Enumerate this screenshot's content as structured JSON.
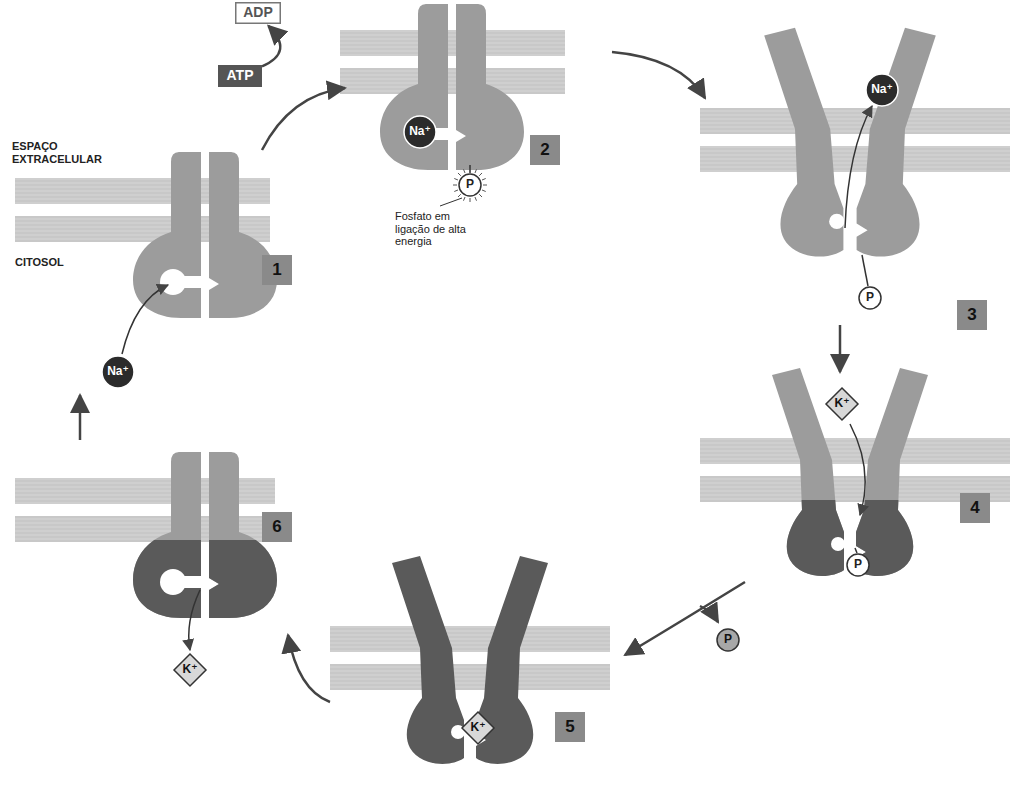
{
  "diagram": {
    "nodes": [
      {
        "text": [
          "ADP"
        ]
      },
      {
        "text": [
          "ATP"
        ]
      },
      {
        "text": [
          "Na⁺"
        ]
      },
      {
        "text": [
          "2"
        ]
      },
      {
        "text": [
          "P"
        ]
      },
      {
        "text": [
          "Na⁺"
        ]
      },
      {
        "text": [
          "1"
        ]
      },
      {
        "text": [
          "3"
        ]
      },
      {
        "text": [
          "Na⁺"
        ]
      },
      {
        "text": [
          "P"
        ]
      },
      {
        "text": [
          "K⁺"
        ]
      },
      {
        "text": [
          "6"
        ]
      },
      {
        "text": [
          "4"
        ]
      },
      {
        "text": [
          "P"
        ]
      },
      {
        "text": [
          "P"
        ]
      },
      {
        "text": [
          "K⁺"
        ]
      },
      {
        "text": [
          "K⁺"
        ]
      },
      {
        "text": [
          "5"
        ]
      }
    ],
    "edges": [
      {
        "from": 1,
        "to": 0,
        "arrow": "to"
      }
    ],
    "labels": [
      "ESPAÇO EXTRACELULAR",
      "CITOSOL",
      "Fosfato em ligação de alta energia"
    ]
  }
}
